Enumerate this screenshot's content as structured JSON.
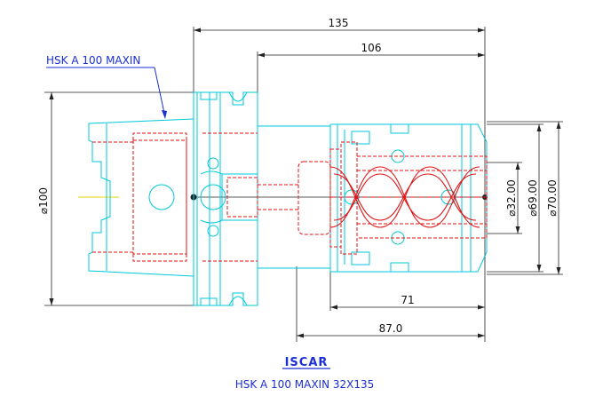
{
  "drawing": {
    "callout_label": "HSK A 100 MAXIN",
    "caption": "HSK A 100 MAXIN 32X135",
    "logo_text": "ISCAR"
  },
  "dimensions": {
    "overall_length": "135",
    "length_106": "106",
    "length_71": "71",
    "length_87": "87.0",
    "dia_100": "⌀100",
    "dia_32": "⌀32.00",
    "dia_69": "⌀69.00",
    "dia_70": "⌀70.00"
  },
  "colors": {
    "outline": "#00c8dc",
    "hidden": "#e01414",
    "dimension": "#111111",
    "label": "#1b2fd6",
    "centerline": "#e8d000"
  }
}
